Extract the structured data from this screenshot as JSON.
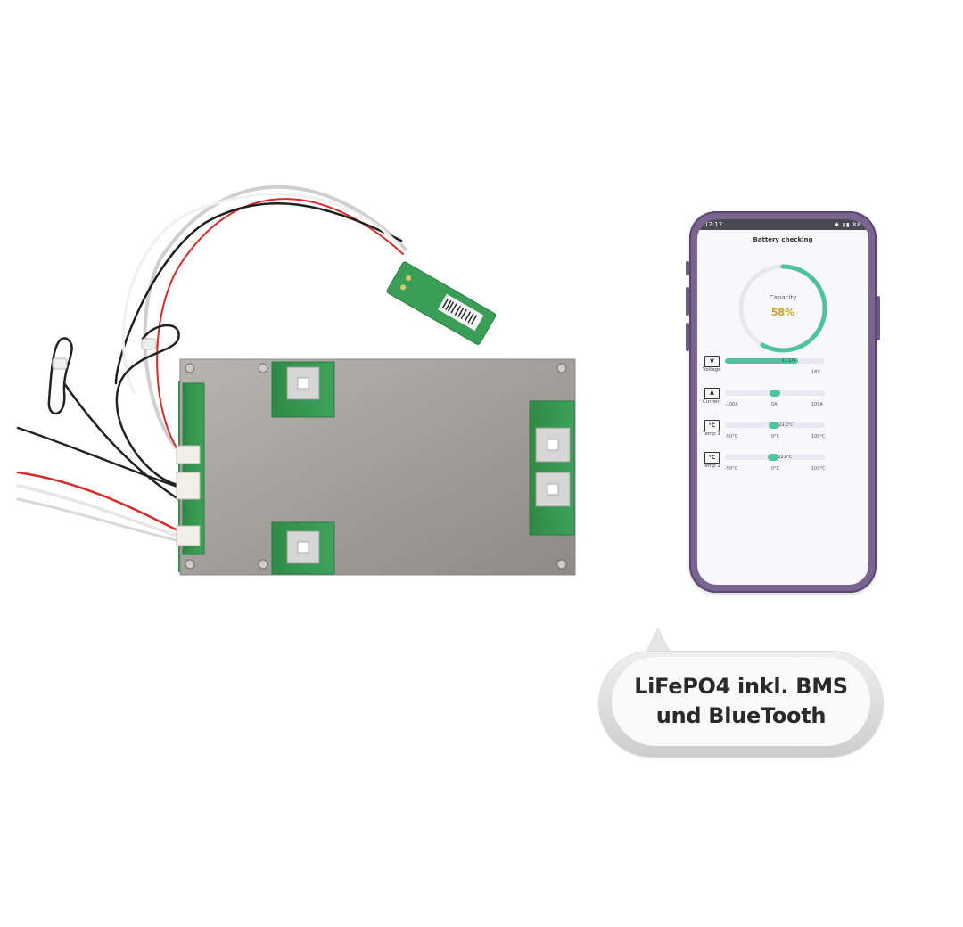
{
  "phone": {
    "status_time": "12:12",
    "status_icons": "✱ ▮▮ 88",
    "title": "Battery checking",
    "capacity": {
      "label": "Capacity",
      "value": "58%",
      "fraction": 0.58,
      "color": "#c9a31c"
    },
    "metrics": [
      {
        "icon": "V",
        "name": "Voltage",
        "readout": "13.17V",
        "min": "",
        "mid": "",
        "max": "18V",
        "fraction": 0.73
      },
      {
        "icon": "A",
        "name": "Current",
        "readout": "",
        "min": "-100A",
        "mid": "0A",
        "max": "100A",
        "fraction": 0.5
      },
      {
        "icon": "°C",
        "name": "Temp 1",
        "readout": "23.0°C",
        "min": "-50°C",
        "mid": "0°C",
        "max": "100°C",
        "fraction": 0.49
      },
      {
        "icon": "°C",
        "name": "Temp 2",
        "readout": "22.6°C",
        "min": "-50°C",
        "mid": "0°C",
        "max": "100°C",
        "fraction": 0.48
      }
    ],
    "accent": "#4fc2a0"
  },
  "callout": {
    "line1": "LiFePO4 inkl. BMS",
    "line2": "und BlueTooth"
  }
}
